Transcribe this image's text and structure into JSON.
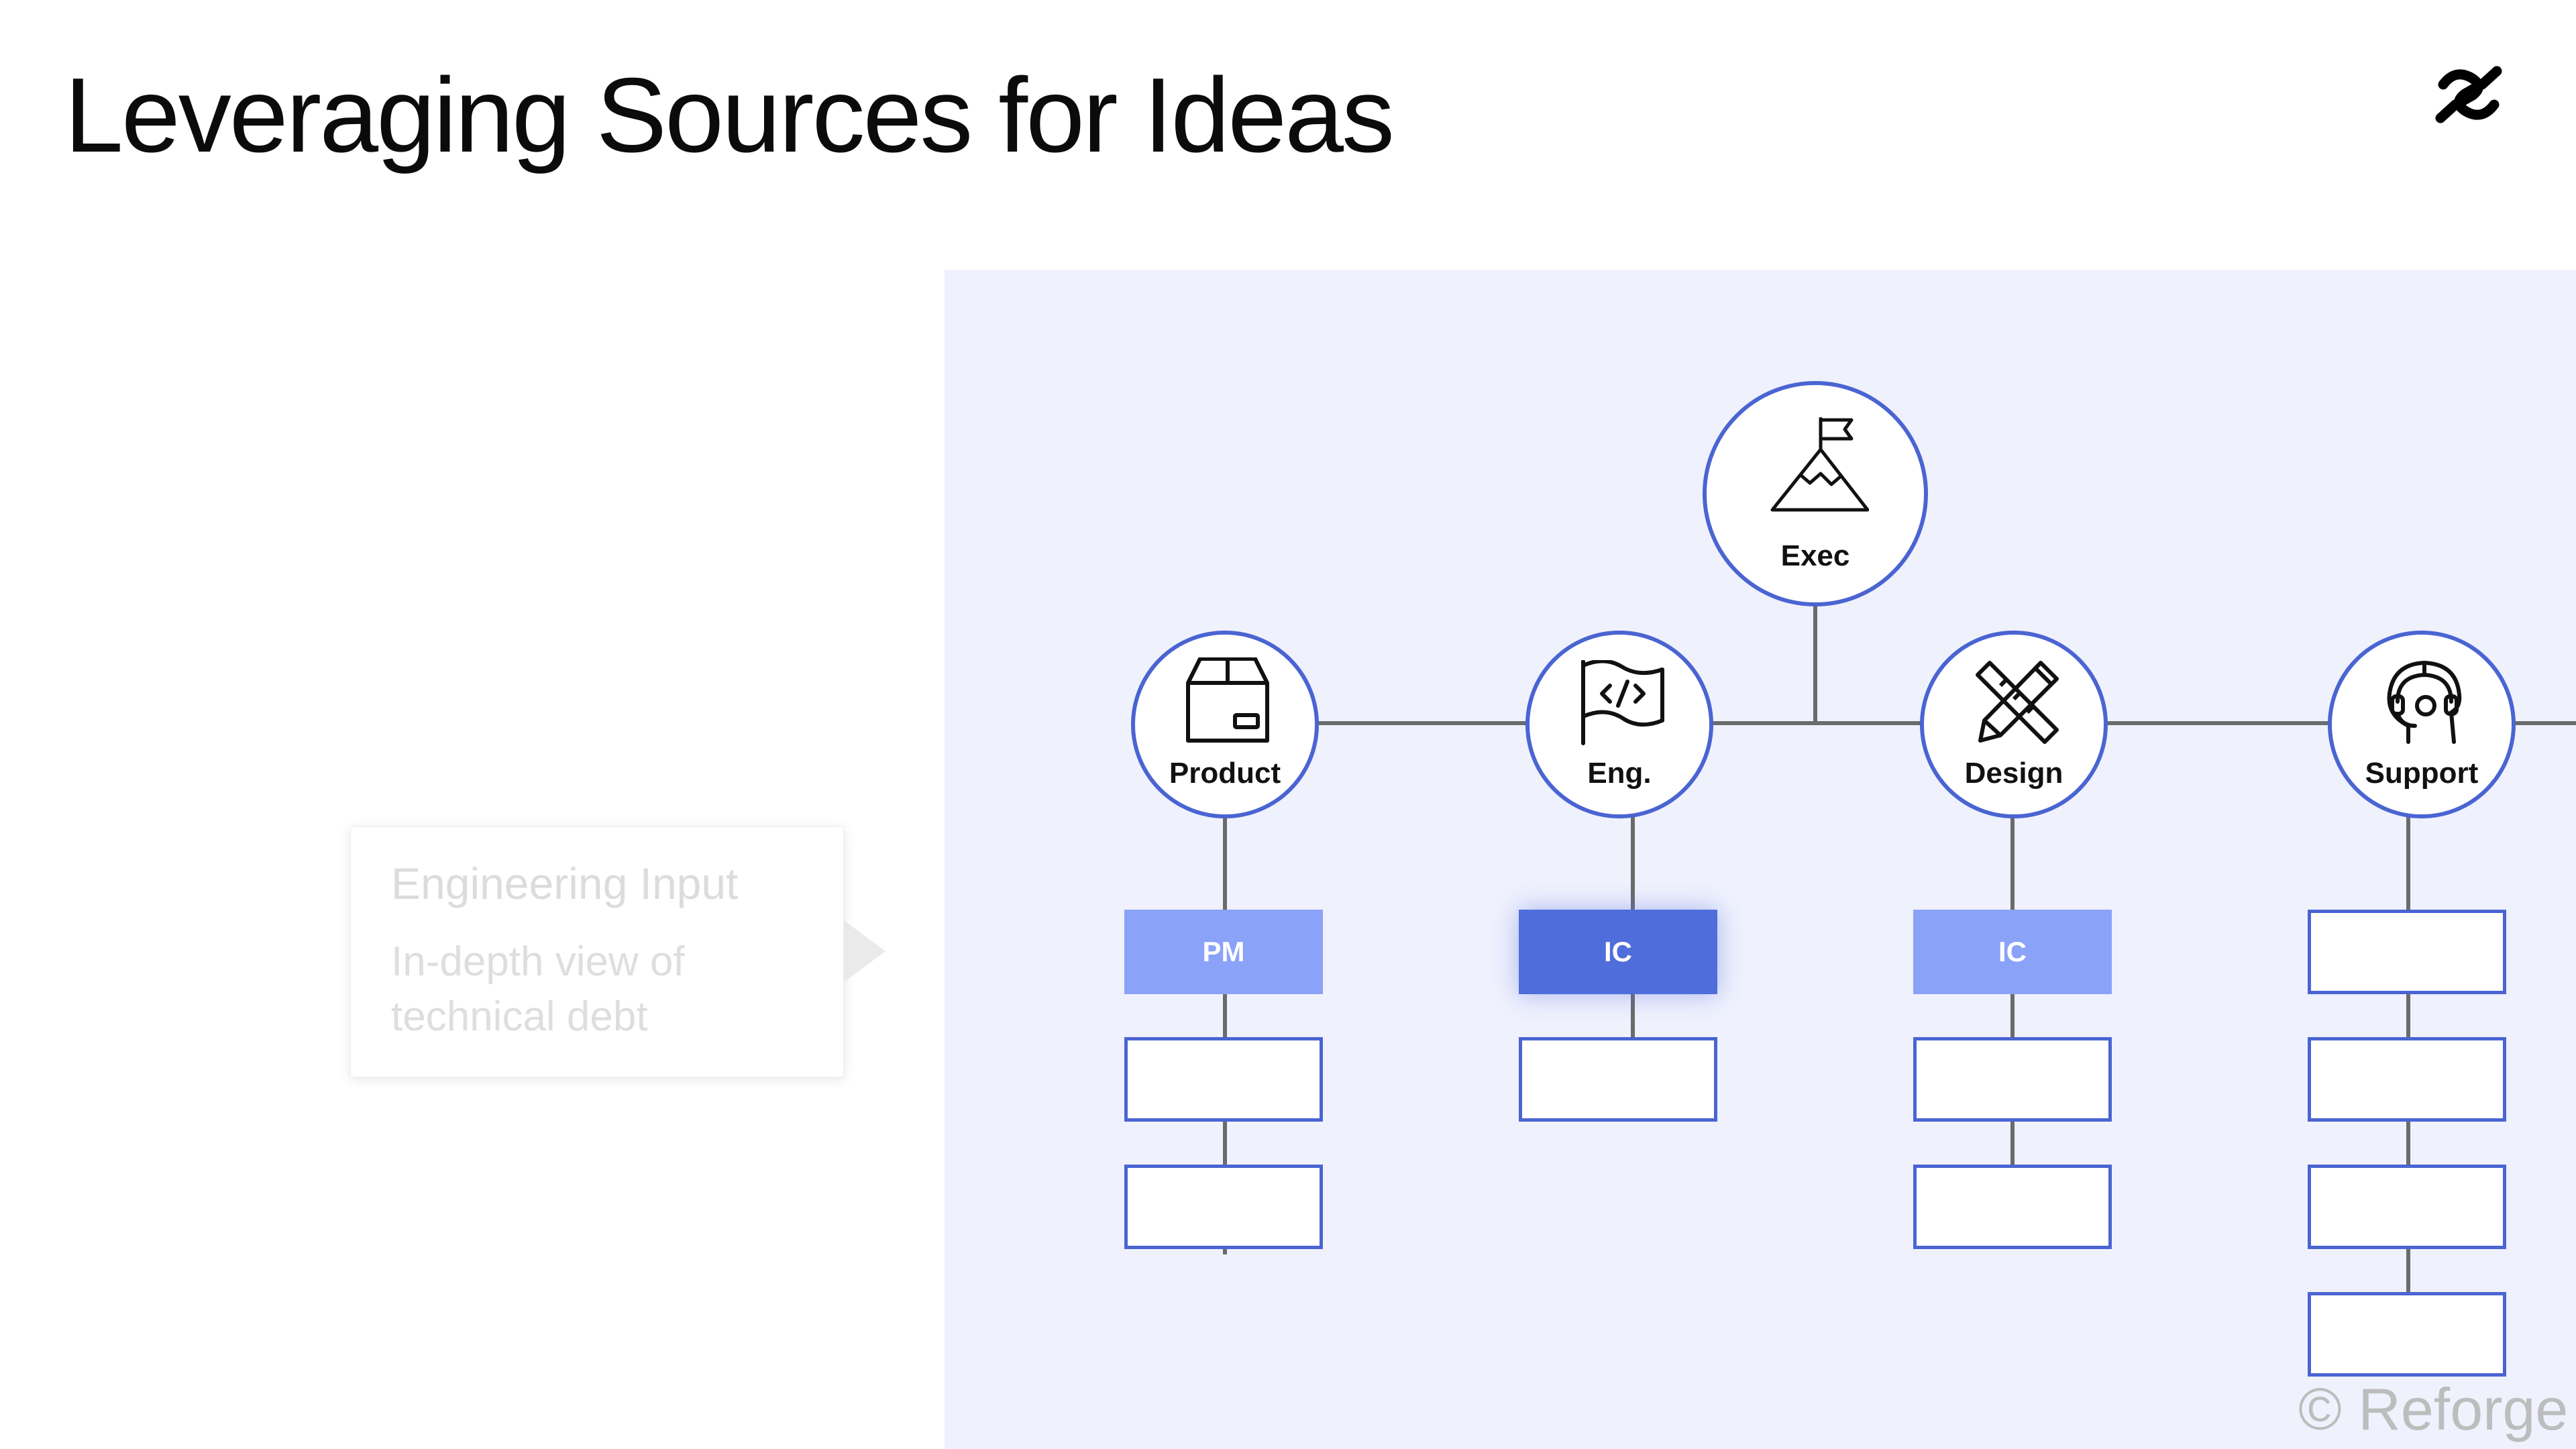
{
  "slide": {
    "title": "Leveraging Sources for Ideas",
    "copyright": "© Reforge"
  },
  "colors": {
    "node_border": "#4a64d2",
    "connector": "#6b6b6b",
    "panel_background": "#eff1fd",
    "role_light": "#8aa2f8",
    "role_dark": "#4f6ddb"
  },
  "diagram": {
    "exec": {
      "label": "Exec",
      "icon": "mountain-flag-icon"
    },
    "departments": [
      {
        "label": "Product",
        "icon": "package-box-icon",
        "role": "PM"
      },
      {
        "label": "Eng.",
        "icon": "code-flag-icon",
        "role": "IC",
        "highlighted": true
      },
      {
        "label": "Design",
        "icon": "pencil-ruler-icon",
        "role": "IC"
      },
      {
        "label": "Support",
        "icon": "headset-agent-icon",
        "role": ""
      }
    ]
  },
  "callout": {
    "title": "Engineering Input",
    "text": "In-depth view of technical debt"
  }
}
